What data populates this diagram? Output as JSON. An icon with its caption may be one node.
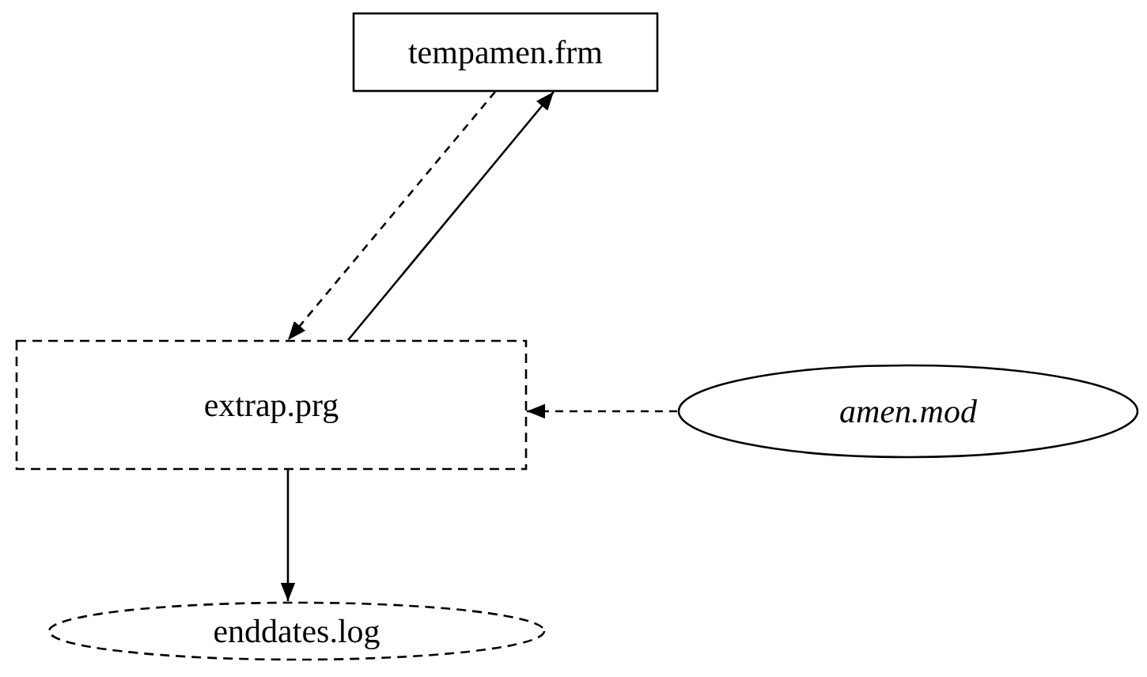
{
  "diagram": {
    "nodes": [
      {
        "text": [
          "tempamen.frm"
        ]
      },
      {
        "text": [
          "extrap.prg"
        ]
      },
      {
        "text": [
          "amen.mod"
        ]
      },
      {
        "text": [
          "enddates.log"
        ]
      }
    ],
    "edges": [
      {
        "from": 0,
        "to": 1,
        "arrow": "to",
        "style": "dashed"
      },
      {
        "from": 1,
        "to": 0,
        "arrow": "to"
      },
      {
        "from": 2,
        "to": 1,
        "arrow": "to",
        "style": "dashed"
      },
      {
        "from": 1,
        "to": 3,
        "arrow": "to"
      }
    ]
  }
}
